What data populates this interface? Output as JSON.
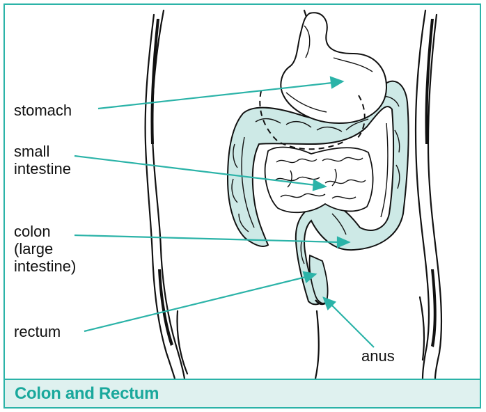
{
  "labels": {
    "stomach": "stomach",
    "small_intestine_line1": "small",
    "small_intestine_line2": "intestine",
    "colon_line1": "colon",
    "colon_line2": "(large",
    "colon_line3": "intestine)",
    "rectum": "rectum",
    "anus": "anus"
  },
  "caption": "Colon and Rectum",
  "colors": {
    "accent": "#2bb3a8",
    "caption_text": "#1aa89c",
    "caption_bg": "#dff1ef",
    "organ_fill": "#cde9e6",
    "outline": "#111111"
  }
}
